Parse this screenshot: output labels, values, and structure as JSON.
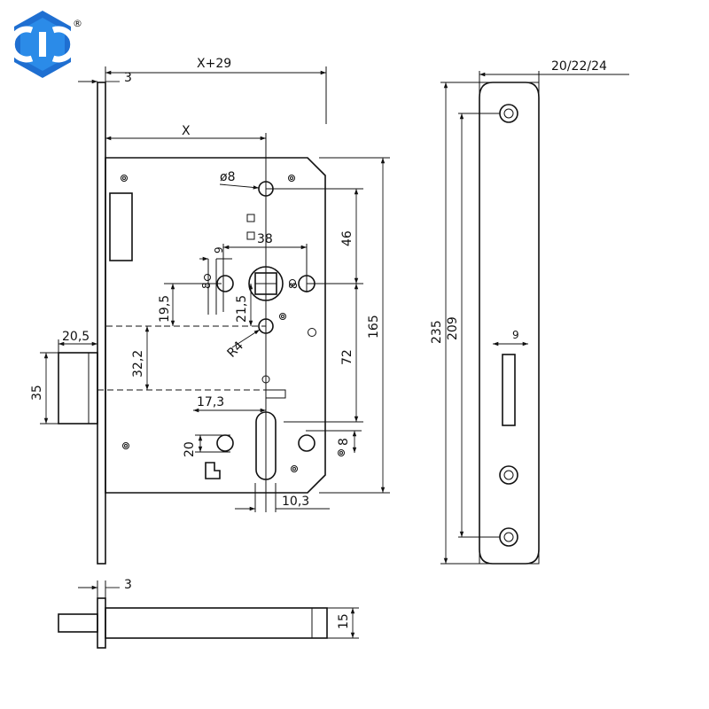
{
  "brand": {
    "registered_mark": "®",
    "logo_colors": [
      "#1f6fd1",
      "#2b8be8",
      "#ffffff"
    ]
  },
  "dimensions": {
    "x_plus_29": "X+29",
    "x": "X",
    "top_thickness": "3",
    "hole_dia": "ø8",
    "d46": "46",
    "d38": "38",
    "d8a": "8",
    "d8b": "8",
    "d19_5": "19,5",
    "d21_5": "21,5",
    "r4": "R4",
    "d165": "165",
    "d72": "72",
    "d20_5": "20,5",
    "d32_2": "32,2",
    "d35": "35",
    "d17_3": "17,3",
    "d20": "20",
    "d8c": "8",
    "d10_3": "10,3",
    "d9a": "9",
    "d9b": "9",
    "faceplate_thickness": "20/22/24",
    "d235": "235",
    "d209": "209",
    "bottom_thickness": "3",
    "d15": "15"
  }
}
